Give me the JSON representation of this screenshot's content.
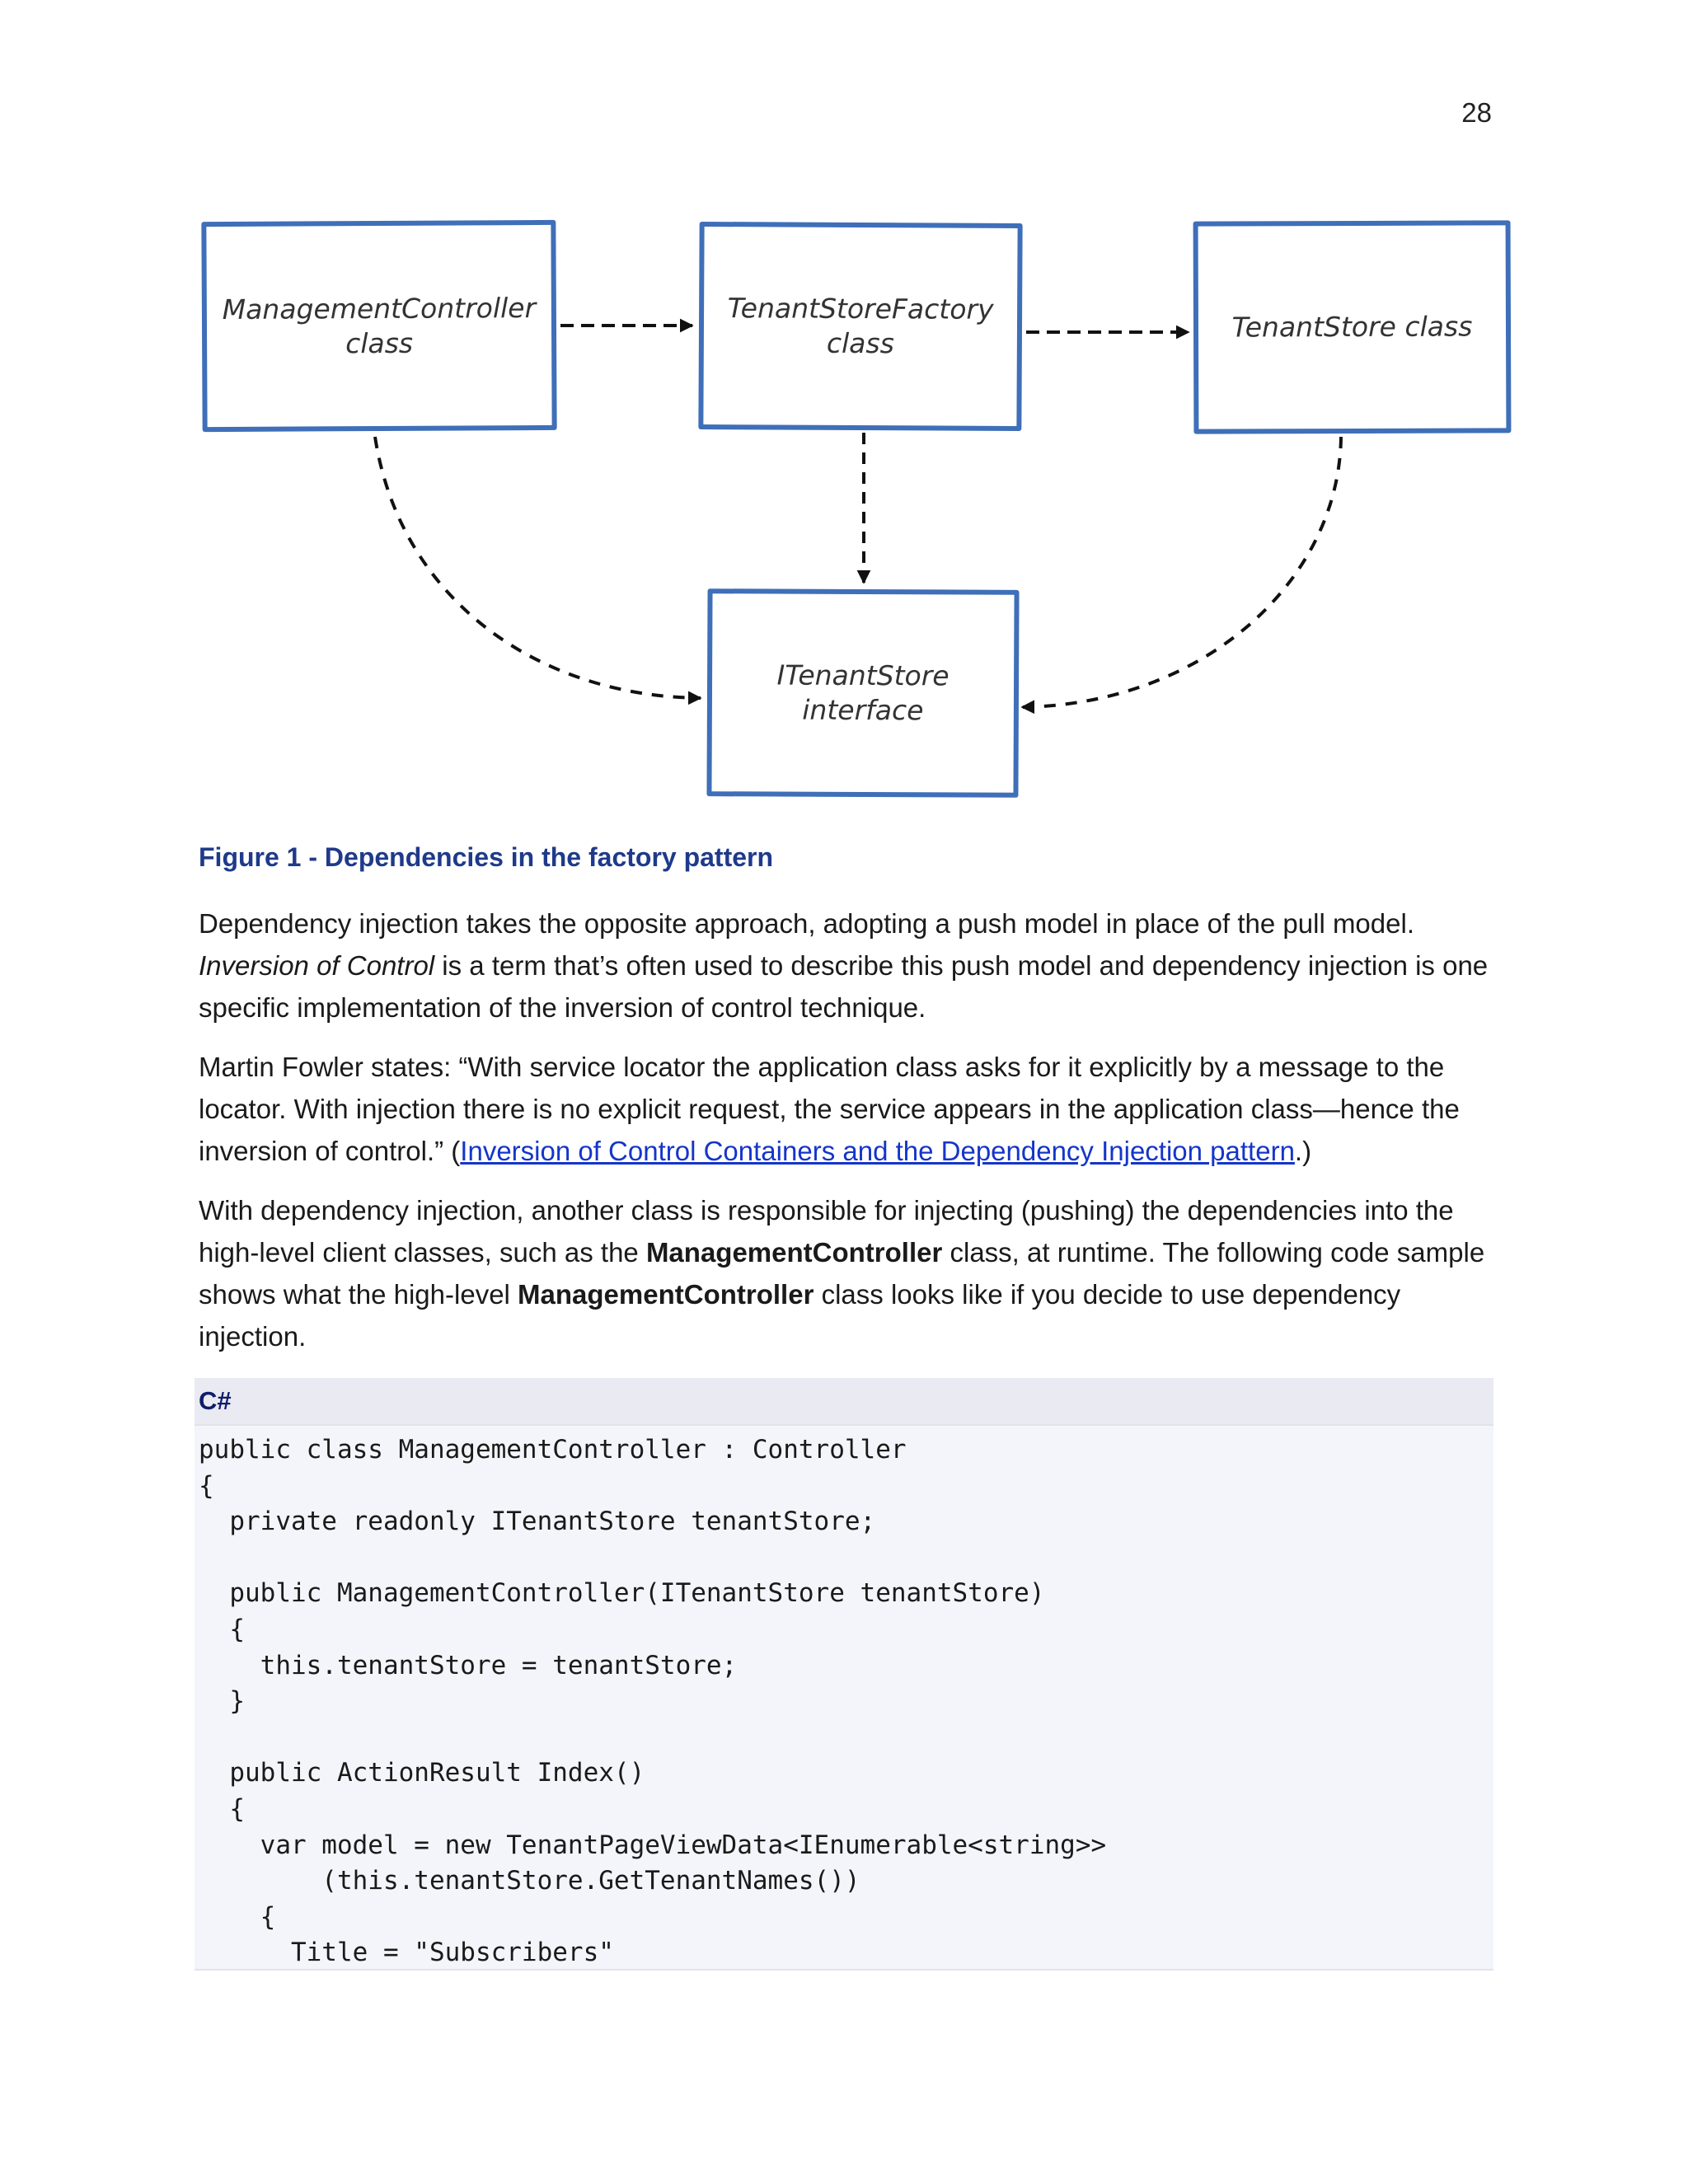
{
  "page_number": "28",
  "diagram": {
    "boxes": {
      "management_controller": "ManagementController\nclass",
      "tenant_store_factory": "TenantStoreFactory\nclass",
      "tenant_store": "TenantStore class",
      "itenant_store": "ITenantStore\ninterface"
    },
    "box_border_color": "#3f6fb8",
    "arrow_color": "#111111"
  },
  "caption": "Figure 1 - Dependencies in the factory pattern",
  "paragraphs": {
    "p1": {
      "part1": "Dependency injection takes the opposite approach, adopting a push model in place of the pull model. ",
      "italic": "Inversion of Control",
      "part2": " is a term that’s often used to describe this push model and dependency injection is one specific implementation of the inversion of control technique."
    },
    "p2": {
      "text": "Martin Fowler states: “With service locator the application class asks for it explicitly by a message to the locator. With injection there is no explicit request, the service appears in the application class—hence the inversion of control.” (",
      "link": "Inversion of Control Containers and the Dependency Injection pattern",
      "after": ".)"
    },
    "p3": {
      "part1": "With dependency injection, another class is responsible for injecting (pushing) the dependencies into the high-level client classes, such as the ",
      "bold1": "ManagementController",
      "part2": " class, at runtime. The following code sample shows what the high-level ",
      "bold2": "ManagementController",
      "part3": " class looks like if you decide to use dependency injection."
    }
  },
  "code": {
    "language": "C#",
    "lines": [
      "public class ManagementController : Controller",
      "{",
      "  private readonly ITenantStore tenantStore;",
      "",
      "  public ManagementController(ITenantStore tenantStore)",
      "  {",
      "    this.tenantStore = tenantStore;",
      "  }",
      "",
      "  public ActionResult Index()",
      "  {",
      "    var model = new TenantPageViewData<IEnumerable<string>>",
      "        (this.tenantStore.GetTenantNames())",
      "    {",
      "      Title = \"Subscribers\""
    ]
  }
}
